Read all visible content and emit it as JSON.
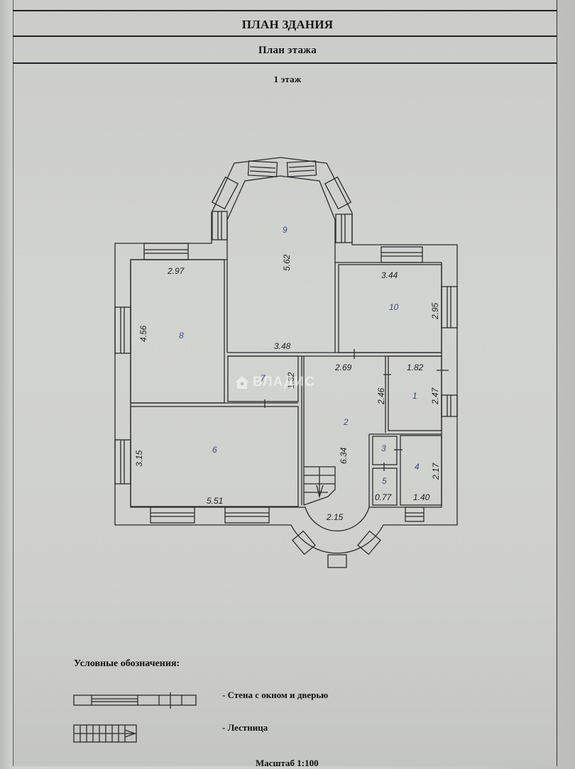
{
  "document": {
    "title": "ПЛАН ЗДАНИЯ",
    "subtitle": "План этажа",
    "floor_label": "1 этаж"
  },
  "rooms": [
    {
      "id": "1",
      "label": "1",
      "dims": [
        "1.82",
        "2.47"
      ]
    },
    {
      "id": "2",
      "label": "2",
      "dims": [
        "2.69",
        "2.46",
        "6.34",
        "2.15"
      ]
    },
    {
      "id": "3",
      "label": "3",
      "dims": []
    },
    {
      "id": "4",
      "label": "4",
      "dims": [
        "2.17",
        "1.40"
      ]
    },
    {
      "id": "5",
      "label": "5",
      "dims": [
        "0.77"
      ]
    },
    {
      "id": "6",
      "label": "6",
      "dims": [
        "3.15",
        "5.51"
      ]
    },
    {
      "id": "7",
      "label": "7",
      "dims": [
        "1.32"
      ]
    },
    {
      "id": "8",
      "label": "8",
      "dims": [
        "2.97",
        "4.56"
      ]
    },
    {
      "id": "9",
      "label": "9",
      "dims": [
        "5.62",
        "3.48"
      ]
    },
    {
      "id": "10",
      "label": "10",
      "dims": [
        "3.44",
        "2.95"
      ]
    }
  ],
  "plan_labels": {
    "r1": "1",
    "r1_w": "1.82",
    "r1_h": "2.47",
    "r2": "2",
    "r2_w": "2.69",
    "r2_h1": "2.46",
    "r2_h2": "6.34",
    "r2_w2": "2.15",
    "r3": "3",
    "r4": "4",
    "r4_h": "2.17",
    "r4_w": "1.40",
    "r5": "5",
    "r5_w": "0.77",
    "r6": "6",
    "r6_h": "3.15",
    "r6_w": "5.51",
    "r7": "7",
    "r7_h": "1.32",
    "r8": "8",
    "r8_w": "2.97",
    "r8_h": "4.56",
    "r9": "9",
    "r9_h": "5.62",
    "r9_w": "3.48",
    "r10": "10",
    "r10_w": "3.44",
    "r10_h": "2.95"
  },
  "legend": {
    "title": "Условные обозначения:",
    "items": [
      {
        "symbol": "wall-window-door-symbol",
        "label": "- Стена с окном и дверью"
      },
      {
        "symbol": "stairs-symbol",
        "label": "- Лестница"
      }
    ]
  },
  "scale": "Масштаб 1:100",
  "watermark": "ВЛАДИС",
  "colors": {
    "paper": "#d0d2ce",
    "line": "#2b2b2b",
    "room_number": "#3a4a8a",
    "text": "#151515"
  }
}
